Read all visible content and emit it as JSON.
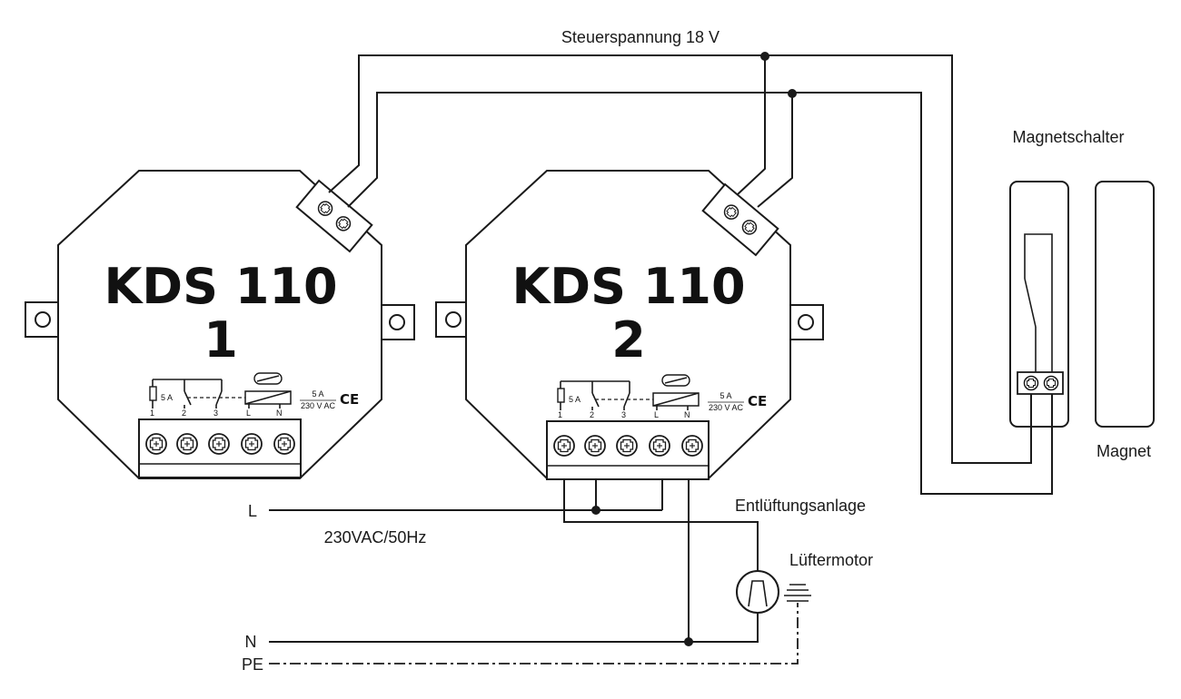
{
  "labels": {
    "control_voltage": "Steuerspannung 18 V",
    "magnetic_switch": "Magnetschalter",
    "magnet": "Magnet",
    "ventilation": "Entlüftungsanlage",
    "fan_motor": "Lüftermotor",
    "mains": "230VAC/50Hz",
    "line_l": "L",
    "line_n": "N",
    "line_pe": "PE"
  },
  "units": [
    {
      "model": "KDS 110",
      "number": "1",
      "fuse": "5 A",
      "rating_a": "5 A",
      "rating_v": "230 V AC",
      "ce": "CE",
      "terminals": [
        "1",
        "2",
        "3",
        "L",
        "N"
      ]
    },
    {
      "model": "KDS 110",
      "number": "2",
      "fuse": "5 A",
      "rating_a": "5 A",
      "rating_v": "230 V AC",
      "ce": "CE",
      "terminals": [
        "1",
        "2",
        "3",
        "L",
        "N"
      ]
    }
  ]
}
